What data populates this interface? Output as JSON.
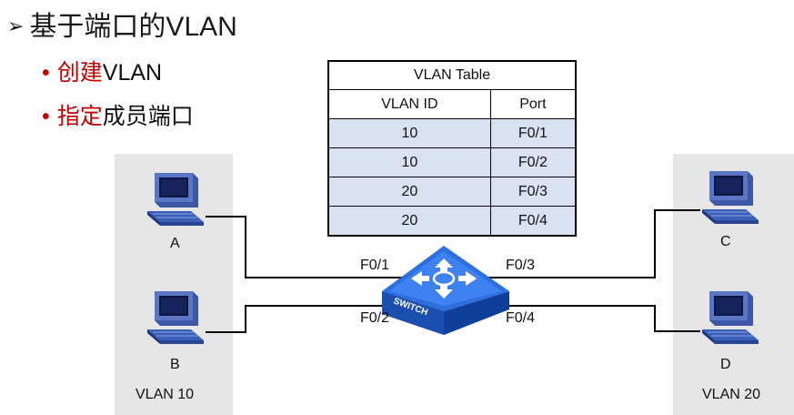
{
  "title": "基于端口的VLAN",
  "bullets": [
    {
      "highlight": "创建",
      "rest": "VLAN"
    },
    {
      "highlight": "指定",
      "rest": "成员端口"
    }
  ],
  "vlan_table": {
    "caption": "VLAN Table",
    "headers": [
      "VLAN ID",
      "Port"
    ],
    "rows": [
      {
        "vlan": "10",
        "port": "F0/1"
      },
      {
        "vlan": "10",
        "port": "F0/2"
      },
      {
        "vlan": "20",
        "port": "F0/3"
      },
      {
        "vlan": "20",
        "port": "F0/4"
      }
    ]
  },
  "hosts": {
    "a": "A",
    "b": "B",
    "c": "C",
    "d": "D"
  },
  "ports": {
    "p1": "F0/1",
    "p2": "F0/2",
    "p3": "F0/3",
    "p4": "F0/4"
  },
  "switch_label": "SWITCH",
  "zones": {
    "left": "VLAN 10",
    "right": "VLAN 20"
  },
  "colors": {
    "accent_red": "#c00000",
    "table_row_fill": "#d9e2f1",
    "switch_blue": "#1f5fc8",
    "zone_gray": "#e6e6e6"
  }
}
